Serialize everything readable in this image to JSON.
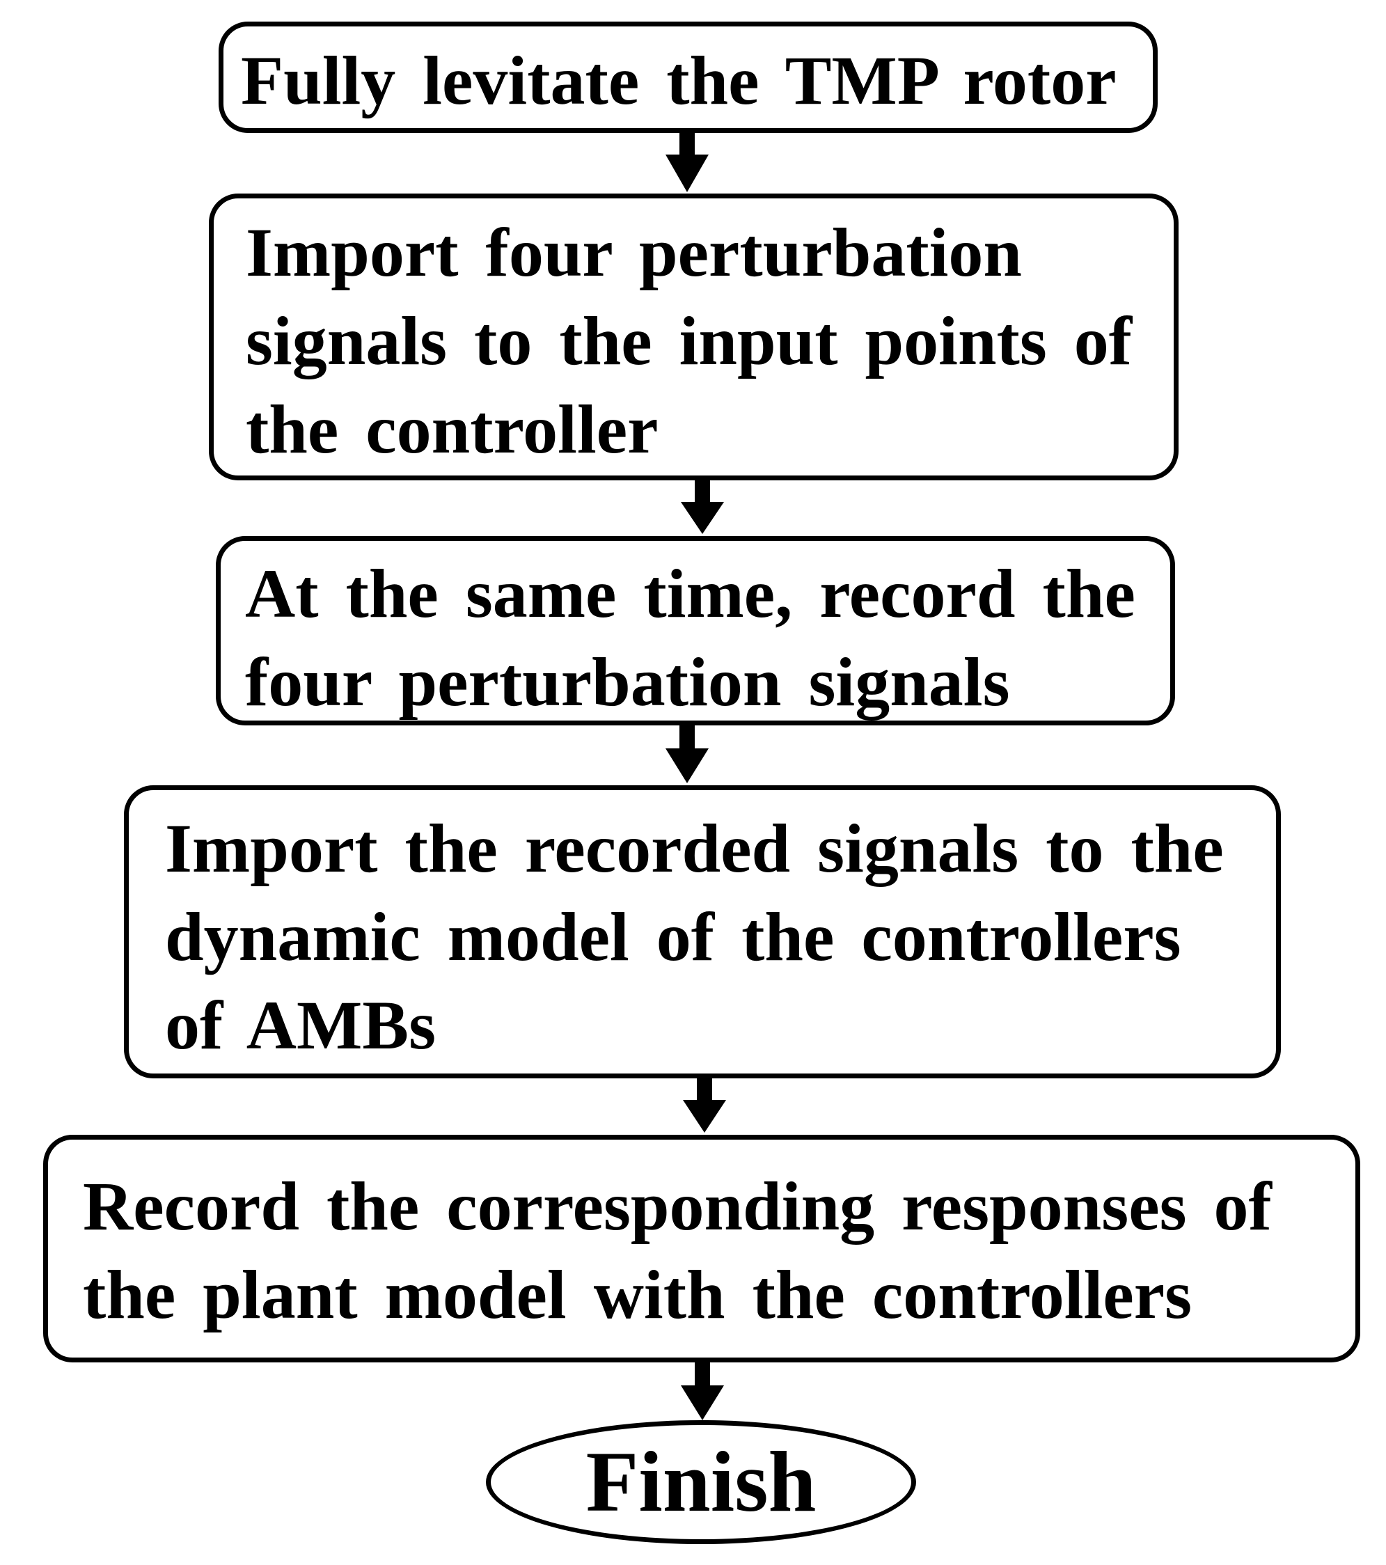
{
  "diagram": {
    "steps": [
      {
        "text": "Fully levitate the TMP rotor"
      },
      {
        "text": "Import four perturbation\nsignals to the input points of\nthe controller"
      },
      {
        "text": "At the same time, record the\nfour perturbation signals"
      },
      {
        "text": "Import the recorded signals to the\ndynamic model of the controllers\nof AMBs"
      },
      {
        "text": "Record the corresponding responses of\nthe plant model with the controllers"
      }
    ],
    "end": {
      "text": "Finish"
    }
  }
}
